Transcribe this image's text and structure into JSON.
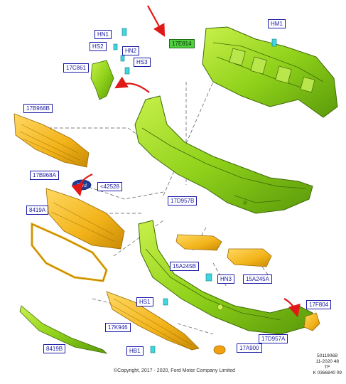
{
  "labels": {
    "17E814": "17E814",
    "HM1": "HM1",
    "HN1": "HN1",
    "HS2": "HS2",
    "HN2": "HN2",
    "HS3": "HS3",
    "17C861": "17C861",
    "17B968B": "17B968B",
    "17B968A": "17B968A",
    "42528": "<42528",
    "8419A": "8419A",
    "17D957B": "17D957B",
    "15A245B": "15A245B",
    "15A245A": "15A245A",
    "HN3": "HN3",
    "HS1": "HS1",
    "17F804": "17F804",
    "17K946": "17K946",
    "HB1": "HB1",
    "17A900": "17A900",
    "8419B": "8419B",
    "17D957A": "17D957A"
  },
  "footer": {
    "copyright": "©Copyright, 2017 - 2020, Ford Motor Company Limited",
    "ref_lines": [
      "5011906B",
      "11-2020 48",
      "TF",
      "K 0366840 09"
    ]
  },
  "logo_text": "Ford",
  "colors": {
    "green_part": "#8fd11a",
    "green_dark": "#4a7a08",
    "yellow_part": "#f2b319",
    "yellow_dark": "#b07a05",
    "cyan_clip": "#3fd6e0",
    "label_blue": "#1a1aa6",
    "arrow_red": "#e01818"
  }
}
